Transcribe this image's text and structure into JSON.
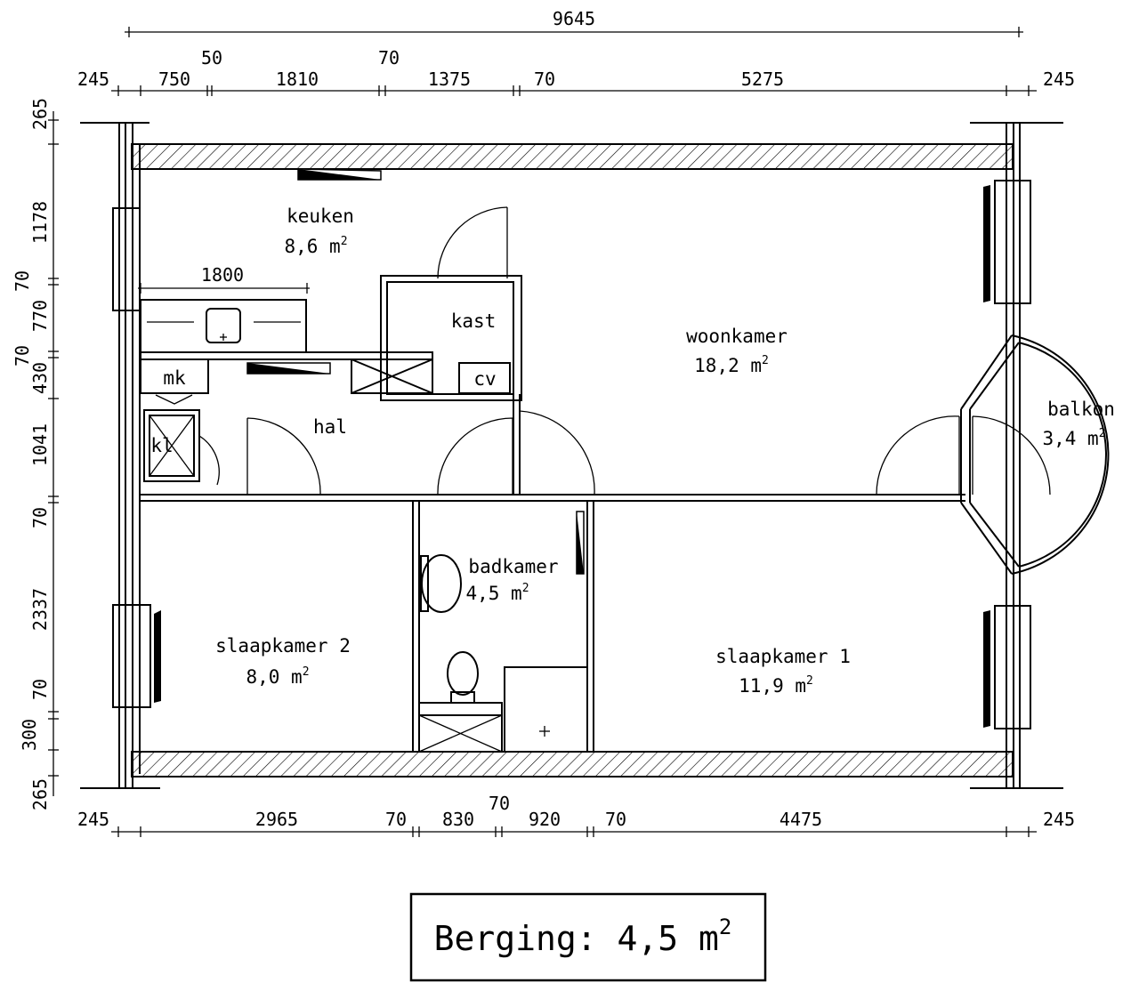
{
  "rooms": {
    "keuken": {
      "name": "keuken",
      "area": "8,6 m",
      "sup": "2"
    },
    "woonkamer": {
      "name": "woonkamer",
      "area": "18,2 m",
      "sup": "2"
    },
    "kast": {
      "name": "kast"
    },
    "mk": {
      "name": "mk"
    },
    "cv": {
      "name": "cv"
    },
    "kl": {
      "name": "kl"
    },
    "hal": {
      "name": "hal"
    },
    "balkon": {
      "name": "balkon",
      "area": "3,4 m",
      "sup": "2"
    },
    "badkamer": {
      "name": "badkamer",
      "area": "4,5 m",
      "sup": "2"
    },
    "slaapkamer2": {
      "name": "slaapkamer 2",
      "area": "8,0 m",
      "sup": "2"
    },
    "slaapkamer1": {
      "name": "slaapkamer 1",
      "area": "11,9 m",
      "sup": "2"
    }
  },
  "dimensions": {
    "overall": "9645",
    "top": [
      "245",
      "750",
      "50",
      "1810",
      "70",
      "1375",
      "70",
      "5275",
      "245"
    ],
    "bottom": [
      "245",
      "2965",
      "70",
      "830",
      "70",
      "920",
      "70",
      "4475",
      "245"
    ],
    "left": [
      "265",
      "1178",
      "70",
      "770",
      "70",
      "430",
      "1041",
      "70",
      "2337",
      "70",
      "300",
      "265"
    ],
    "counter": "1800"
  },
  "legend": {
    "label": "Berging: 4,5 m",
    "sup": "2"
  }
}
